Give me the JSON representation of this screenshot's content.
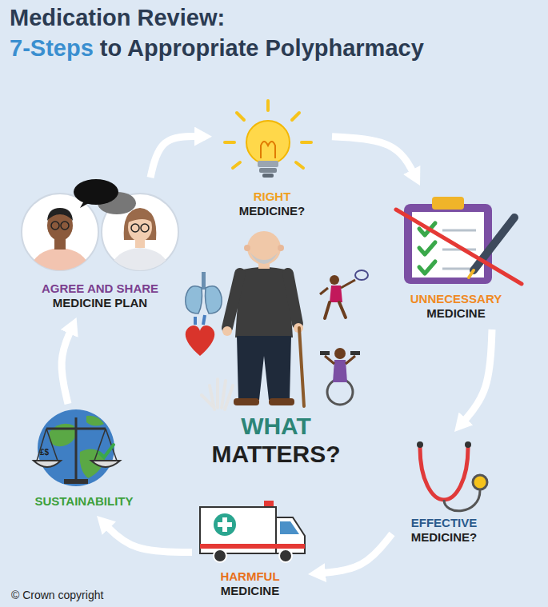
{
  "diagram": {
    "title": "Medication Review:",
    "nodes": [
      {
        "text": [
          "WHAT",
          "MATTERS?"
        ]
      },
      {
        "text": [
          "RIGHT",
          "MEDICINE?"
        ]
      },
      {
        "text": [
          "UNNECESSARY",
          "MEDICINE"
        ]
      },
      {
        "text": [
          "EFFECTIVE",
          "MEDICINE?"
        ]
      },
      {
        "text": [
          "HARMFUL",
          "MEDICINE"
        ]
      },
      {
        "text": [
          "SUSTAINABILITY"
        ]
      },
      {
        "text": [
          "AGREE AND SHARE",
          "MEDICINE PLAN"
        ]
      }
    ],
    "edges": [
      {
        "from": 1,
        "to": 2,
        "arrow": "to"
      },
      {
        "from": 2,
        "to": 3,
        "arrow": "to"
      },
      {
        "from": 3,
        "to": 4,
        "arrow": "to"
      },
      {
        "from": 4,
        "to": 5,
        "arrow": "to"
      },
      {
        "from": 5,
        "to": 6,
        "arrow": "to"
      },
      {
        "from": 6,
        "to": 1,
        "arrow": "to"
      }
    ],
    "labels": [
      "7-Steps",
      "to Appropriate Polypharmacy",
      "£$",
      "© Crown copyright"
    ]
  }
}
